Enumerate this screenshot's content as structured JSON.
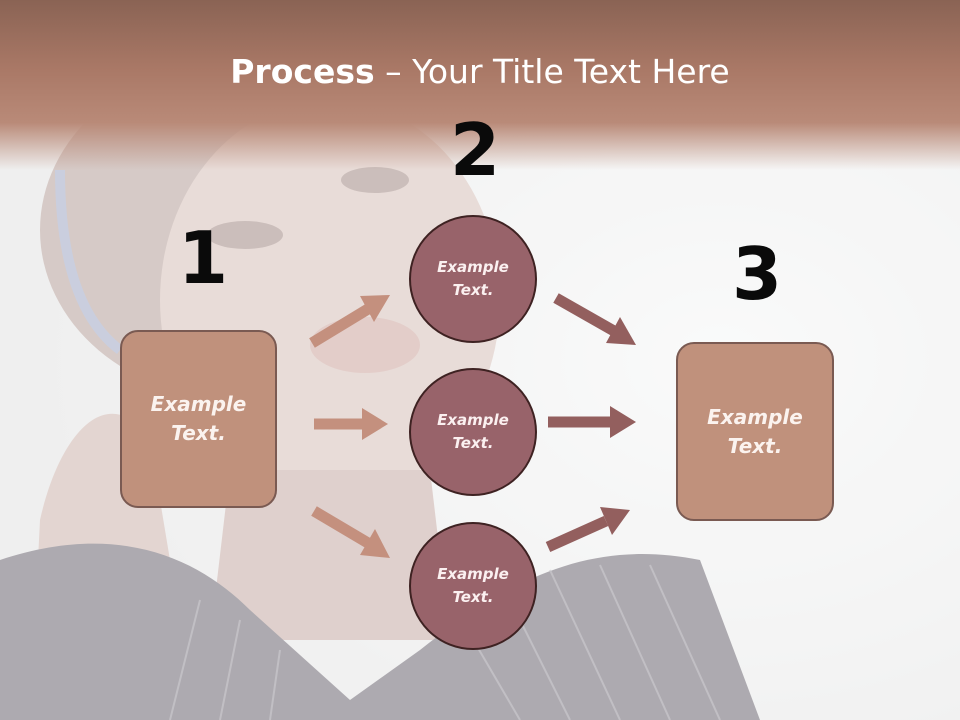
{
  "title": {
    "bold": "Process",
    "rest": " – Your Title Text Here"
  },
  "steps": [
    {
      "number": "1",
      "box_text": "Example\nText."
    },
    {
      "number": "2"
    },
    {
      "number": "3",
      "box_text": "Example\nText."
    }
  ],
  "circles": [
    {
      "text": "Example\nText."
    },
    {
      "text": "Example\nText."
    },
    {
      "text": "Example\nText."
    }
  ],
  "colors": {
    "title_bar": "#a97866",
    "box_fill": "#c0917c",
    "circle_fill": "#98636a",
    "arrow_light": "#c4907e",
    "arrow_dark": "#935f5e"
  }
}
